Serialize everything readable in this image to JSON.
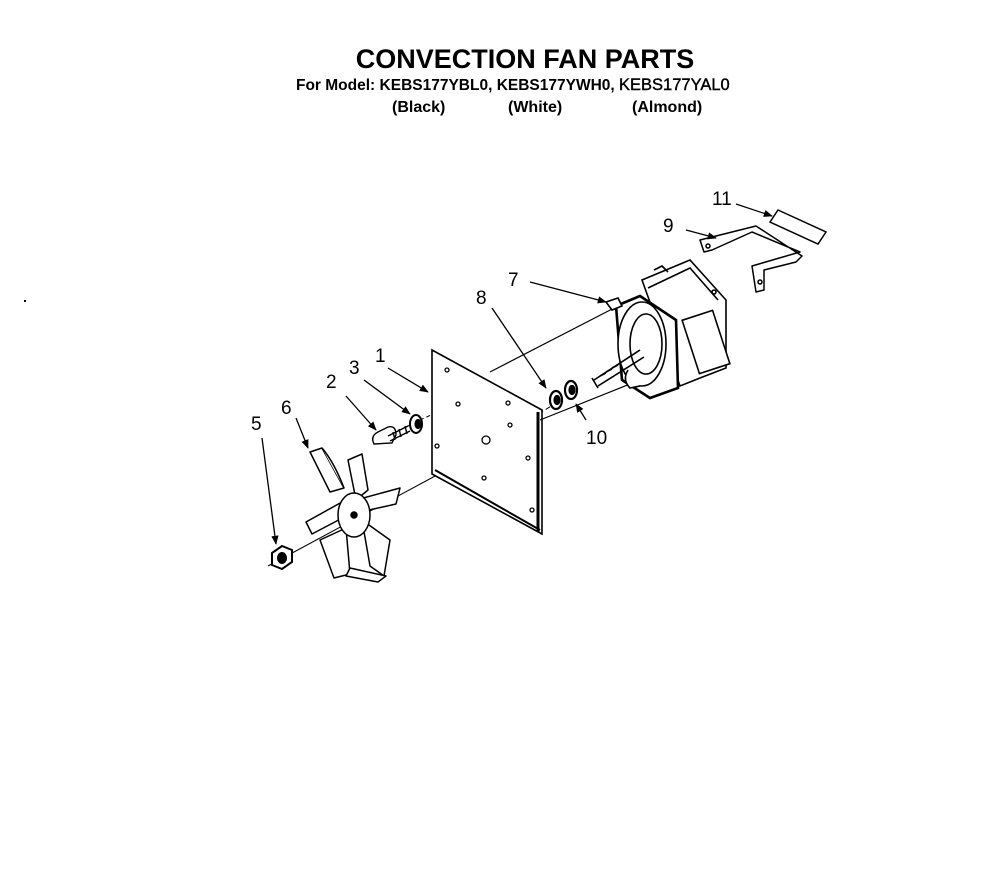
{
  "header": {
    "title": "CONVECTION FAN PARTS",
    "model_prefix": "For Model:",
    "models": [
      "KEBS177YBL0,",
      "KEBS177YWH0,",
      "KEBS177YAL0"
    ],
    "colors": [
      "(Black)",
      "(White)",
      "(Almond)"
    ]
  },
  "callouts": [
    "1",
    "2",
    "3",
    "5",
    "6",
    "7",
    "8",
    "9",
    "10",
    "11"
  ],
  "parts": {
    "mounting_plate": "1",
    "screw": "2",
    "lock_washer": "3",
    "nut": "5",
    "fan_blade": "6",
    "motor": "7",
    "washer": "8",
    "bracket": "9",
    "washer_pair": "10",
    "insulator": "11"
  }
}
